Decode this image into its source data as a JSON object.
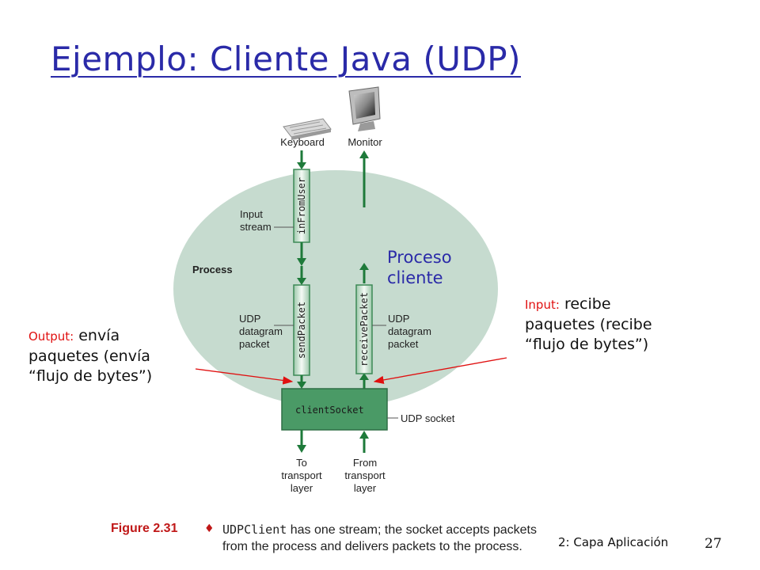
{
  "slide": {
    "title": "Ejemplo: Cliente Java (UDP)",
    "page_number": "27",
    "footer": "2: Capa Aplicación"
  },
  "diagram": {
    "keyboard_label": "Keyboard",
    "monitor_label": "Monitor",
    "process_label": "Process",
    "proceso_cliente": [
      "Proceso",
      "cliente"
    ],
    "input_stream_label": [
      "Input",
      "stream"
    ],
    "udp_packet_left_label": [
      "UDP",
      "datagram",
      "packet"
    ],
    "udp_packet_right_label": [
      "UDP",
      "datagram",
      "packet"
    ],
    "stream_in_from_user": "inFromUser",
    "stream_send_packet": "sendPacket",
    "stream_receive_packet": "receivePacket",
    "client_socket": "clientSocket",
    "udp_socket_label": "UDP socket",
    "to_transport": [
      "To",
      "transport",
      "layer"
    ],
    "from_transport": [
      "From",
      "transport",
      "layer"
    ],
    "colors": {
      "ellipse": "#c6dbcf",
      "tube": "#3d8a57",
      "arrow": "#1e7a3a",
      "socket": "#4a9a66",
      "annotation": "#e01010"
    }
  },
  "annotations": {
    "output": {
      "keyword": "Output:",
      "lines": [
        " envía",
        "paquetes (envía",
        "“flujo de bytes”)"
      ]
    },
    "input": {
      "keyword": "Input:",
      "lines": [
        " recibe",
        "paquetes (recibe",
        "“flujo de bytes”)"
      ]
    }
  },
  "caption": {
    "figure": "Figure 2.31",
    "symbol": "♦",
    "code": "UDPClient",
    "line1_rest": " has one stream; the socket accepts packets",
    "line2": "from the process and delivers packets to the process."
  }
}
